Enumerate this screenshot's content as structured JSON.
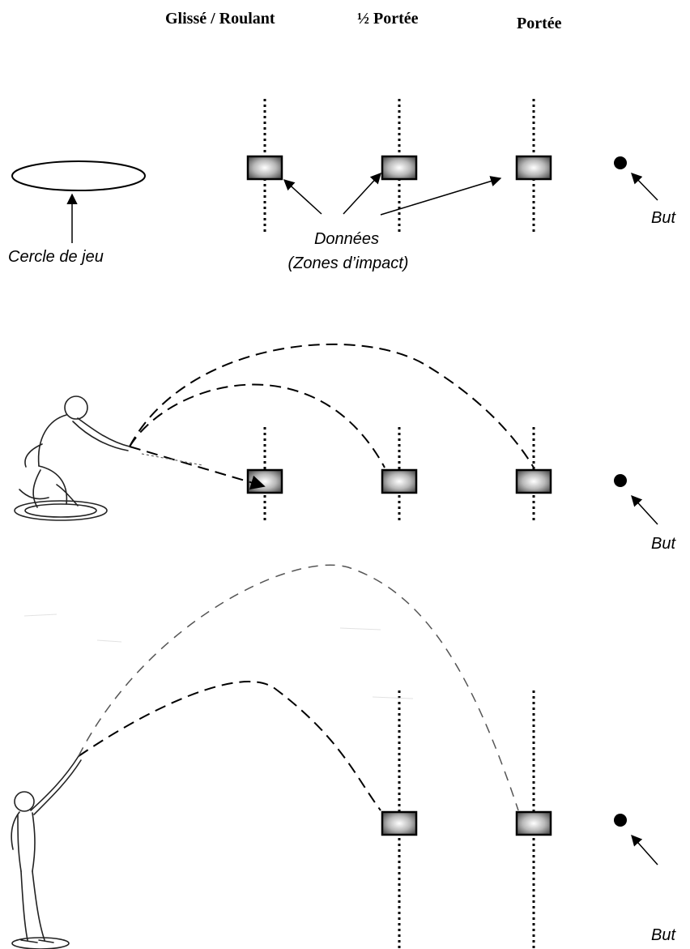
{
  "headers": {
    "glisse": "Glissé / Roulant",
    "demi_portee": "½ Portée",
    "portee": "Portée"
  },
  "labels": {
    "cercle": "Cercle de jeu",
    "donnees": "Données",
    "zones": "(Zones d’impact)",
    "but_1": "But",
    "but_2": "But",
    "but_3": "But"
  },
  "panels": [
    {
      "id": "legend",
      "impact_zones": [
        "Glissé / Roulant",
        "½ Portée",
        "Portée"
      ]
    },
    {
      "id": "crouching-thrower",
      "impact_zones": [
        "Glissé / Roulant",
        "½ Portée",
        "Portée"
      ]
    },
    {
      "id": "standing-thrower",
      "impact_zones": [
        "½ Portée",
        "Portée"
      ]
    }
  ],
  "colors": {
    "ink": "#000000",
    "box_center": "#ffffff",
    "box_edge": "#6e6e6e"
  }
}
